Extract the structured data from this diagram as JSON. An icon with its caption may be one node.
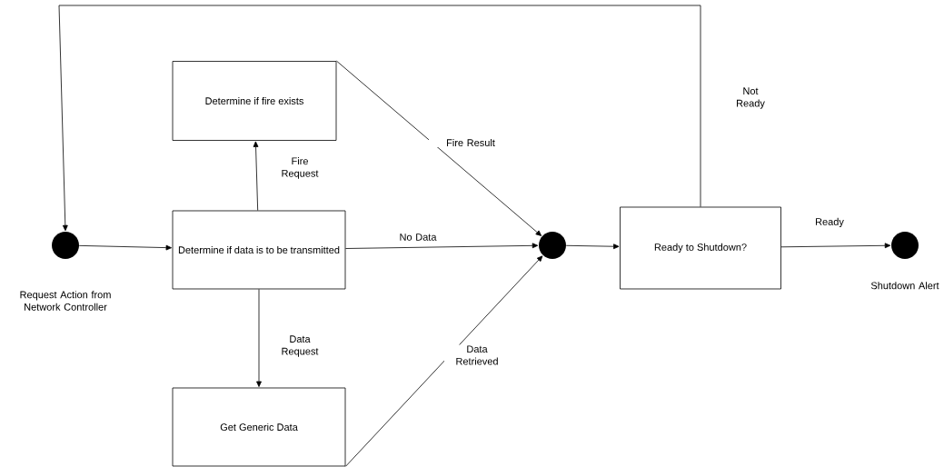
{
  "diagram": {
    "nodes": [
      {
        "text": [],
        "shape": "circle",
        "beside": [
          "Request Action from Network Controller"
        ]
      },
      {
        "text": [
          "Determine if data is to be transmitted"
        ]
      },
      {
        "text": [
          "Determine if fire exists"
        ]
      },
      {
        "text": [
          "Get Generic Data"
        ]
      },
      {
        "text": [],
        "shape": "circle"
      },
      {
        "text": [
          "Ready to Shutdown?"
        ]
      },
      {
        "text": [],
        "shape": "circle",
        "beside": [
          "Shutdown Alert"
        ]
      }
    ],
    "edges": [
      {
        "from": 0,
        "to": 1,
        "arrow": "to"
      },
      {
        "from": 1,
        "to": 2,
        "arrow": "to",
        "label": "Fire Request"
      },
      {
        "from": 1,
        "to": 4,
        "arrow": "to",
        "label": "No Data"
      },
      {
        "from": 1,
        "to": 3,
        "arrow": "to",
        "label": "Data Request"
      },
      {
        "from": 2,
        "to": 4,
        "arrow": "to",
        "label": "Fire Result"
      },
      {
        "from": 3,
        "to": 4,
        "arrow": "to",
        "label": "Data Retrieved"
      },
      {
        "from": 4,
        "to": 5,
        "arrow": "to"
      },
      {
        "from": 5,
        "to": 6,
        "arrow": "to",
        "label": "Ready"
      },
      {
        "from": 5,
        "to": 0,
        "arrow": "to",
        "label": "Not Ready"
      }
    ]
  }
}
